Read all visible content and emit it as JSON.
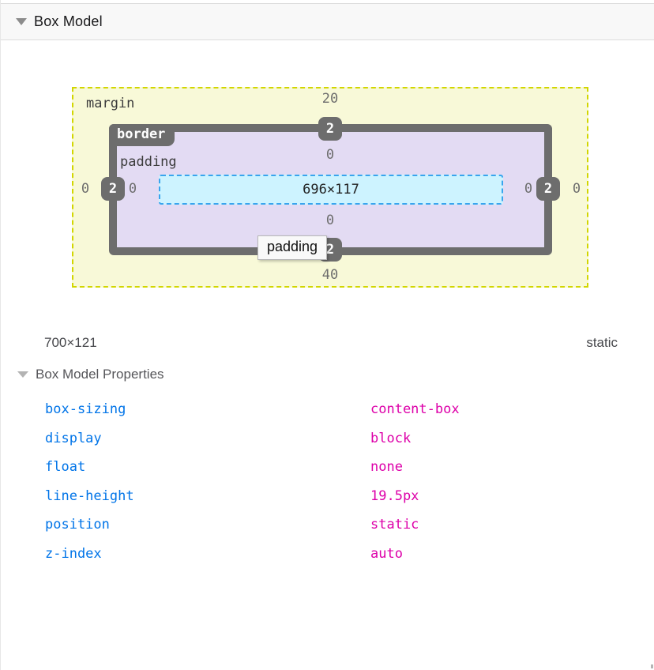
{
  "header": {
    "title": "Box Model"
  },
  "diagram": {
    "margin_label": "margin",
    "border_label": "border",
    "padding_label": "padding",
    "content_size": "696×117",
    "tooltip": "padding",
    "values": {
      "margin_top": "20",
      "margin_bottom": "40",
      "margin_left": "0",
      "margin_right": "0",
      "border_top": "2",
      "border_bottom": "2",
      "border_left": "2",
      "border_right": "2",
      "padding_top": "0",
      "padding_bottom": "0",
      "padding_left": "0",
      "padding_right": "0"
    }
  },
  "summary": {
    "dimensions": "700×121",
    "position": "static"
  },
  "properties_section": {
    "title": "Box Model Properties",
    "rows": [
      {
        "name": "box-sizing",
        "value": "content-box"
      },
      {
        "name": "display",
        "value": "block"
      },
      {
        "name": "float",
        "value": "none"
      },
      {
        "name": "line-height",
        "value": "19.5px"
      },
      {
        "name": "position",
        "value": "static"
      },
      {
        "name": "z-index",
        "value": "auto"
      }
    ]
  },
  "colors": {
    "margin_fill": "#f8f9d8",
    "margin_stroke": "#d2d600",
    "padding_fill": "#e3dbf3",
    "content_fill": "#cdf3ff",
    "content_stroke": "#38a5ee",
    "chrome_gray": "#6d6d6d",
    "prop_name_blue": "#0074e8",
    "prop_value_magenta": "#dd00a9",
    "header_bg": "#f8f8f8"
  }
}
